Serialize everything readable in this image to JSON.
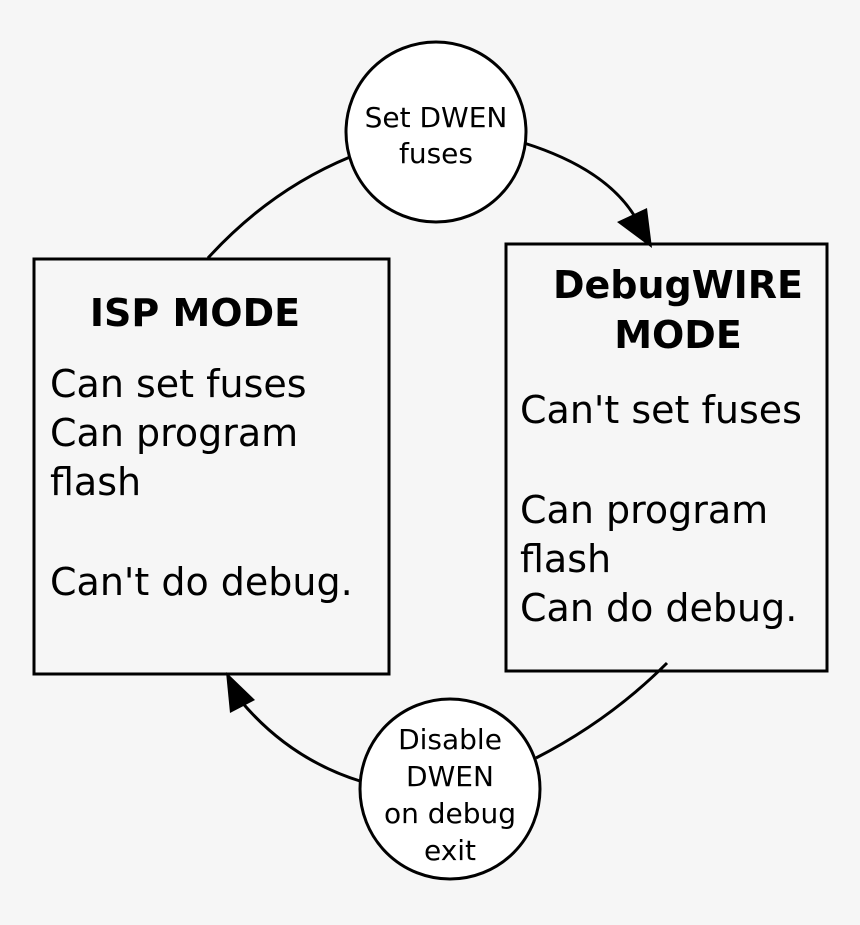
{
  "isp_box": {
    "title": "ISP MODE",
    "lines": [
      "Can set fuses",
      "Can program",
      "flash",
      "",
      "Can't do debug."
    ]
  },
  "debugwire_box": {
    "title_lines": [
      "DebugWIRE",
      "MODE"
    ],
    "lines": [
      "Can't set fuses",
      "",
      "Can program",
      "flash",
      "Can do debug."
    ]
  },
  "set_dwen_node": {
    "lines": [
      "Set DWEN",
      "fuses"
    ]
  },
  "disable_dwen_node": {
    "lines": [
      "Disable",
      "DWEN",
      "on debug",
      "exit"
    ]
  }
}
